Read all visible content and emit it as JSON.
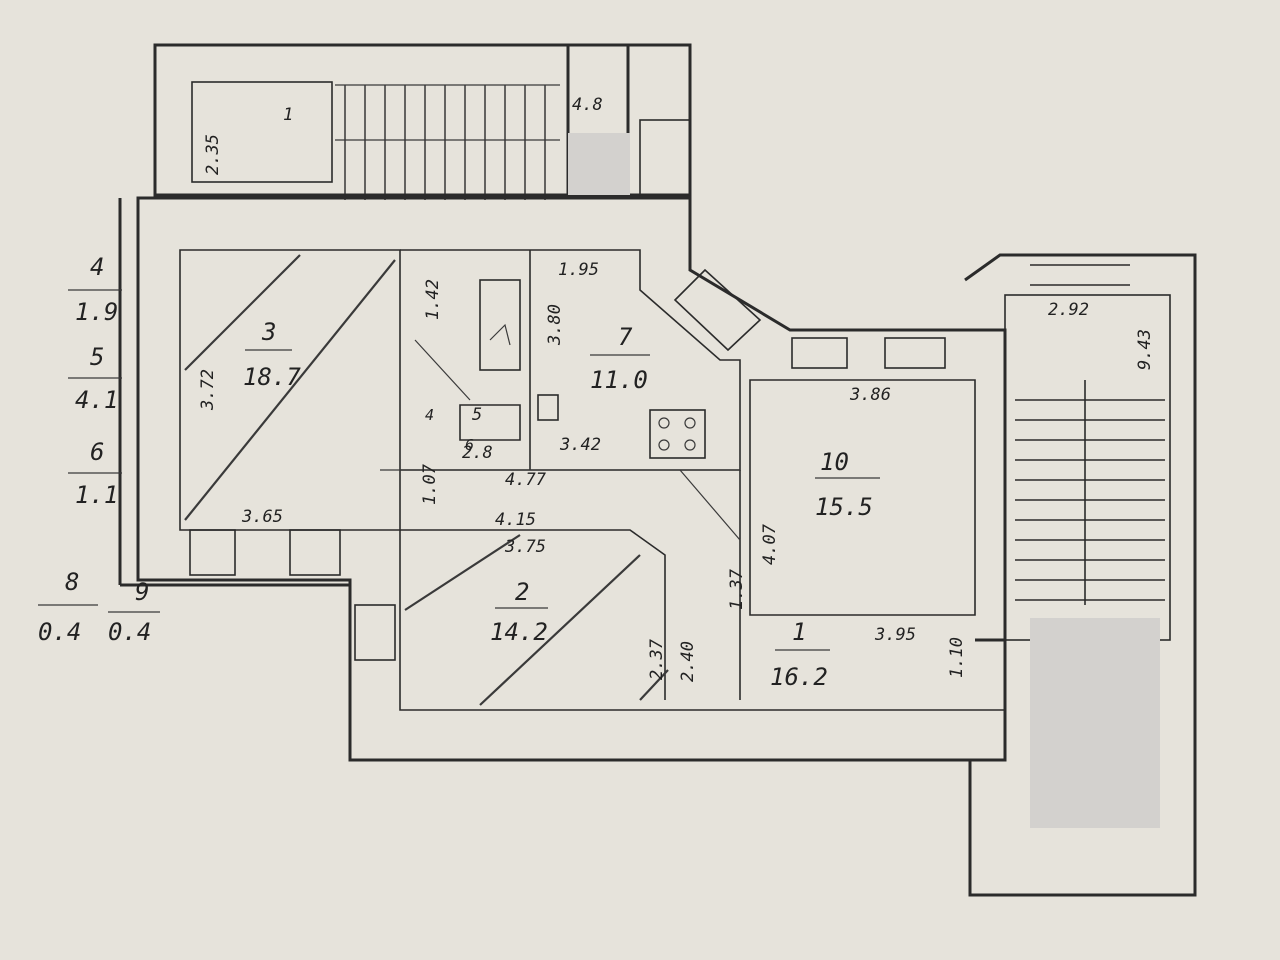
{
  "rooms": [
    {
      "num": "1",
      "area": "16.2"
    },
    {
      "num": "2",
      "area": "14.2"
    },
    {
      "num": "3",
      "area": "18.7"
    },
    {
      "num": "7",
      "area": "11.0"
    },
    {
      "num": "10",
      "area": "15.5"
    },
    {
      "num": "5",
      "area": "2.8"
    }
  ],
  "legend": [
    {
      "num": "4",
      "area": "1.9"
    },
    {
      "num": "5",
      "area": "4.1"
    },
    {
      "num": "6",
      "area": "1.1"
    },
    {
      "num": "8",
      "area": "0.4"
    },
    {
      "num": "9",
      "area": "0.4"
    }
  ],
  "dims": {
    "d235": "2.35",
    "d48": "4.8",
    "d195": "1.95",
    "d38": "3.80",
    "d142": "1.42",
    "d342": "3.42",
    "d477": "4.77",
    "d365": "3.65",
    "d415": "4.15",
    "d375": "3.75",
    "d107": "1.07",
    "d386": "3.86",
    "d292": "2.92",
    "d943": "9.43",
    "d407": "4.07",
    "d137": "1.37",
    "d395": "3.95",
    "d110": "1.10",
    "d240": "2.40",
    "d237": "2.37",
    "d372": "3.72",
    "d1": "1",
    "d4": "4",
    "d6": "6"
  },
  "icons": {
    "stove": "stove-icon",
    "sink": "sink-icon"
  },
  "colors": {
    "paper": "#e6e3db",
    "ink": "#2b2b2b",
    "mask": "#d3d1ce"
  }
}
